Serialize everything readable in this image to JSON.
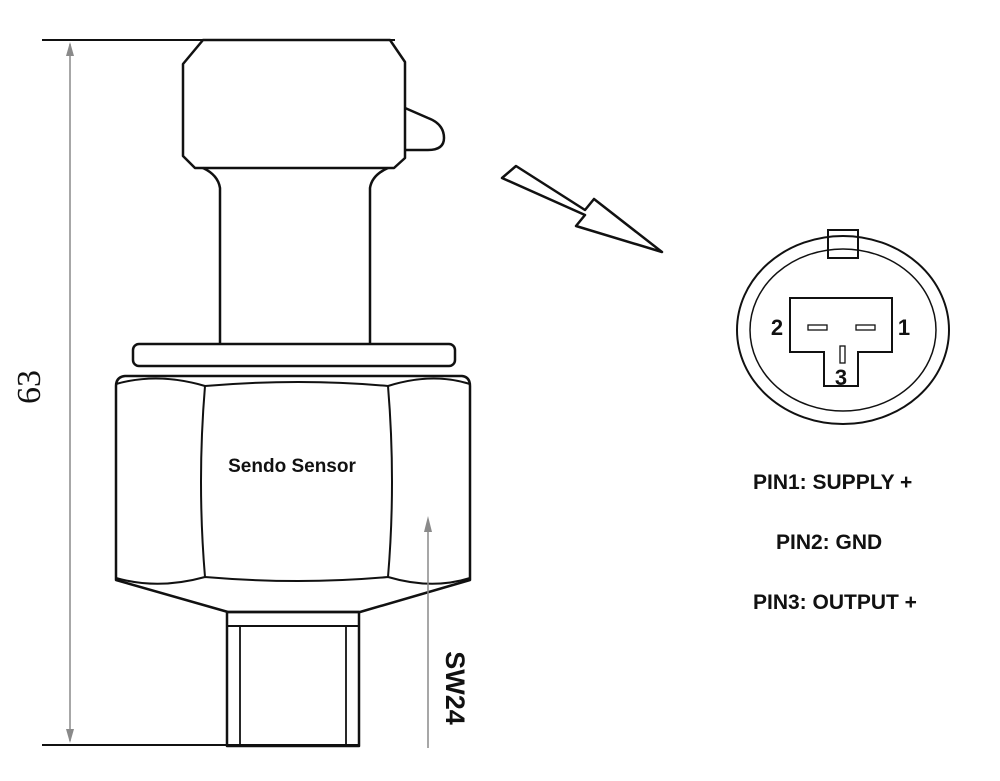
{
  "dimension": {
    "height_label": "63"
  },
  "sensor": {
    "brand_label": "Sendo Sensor",
    "wrench_size_label": "SW24"
  },
  "connector": {
    "pin_numbers": [
      "1",
      "2",
      "3"
    ]
  },
  "pinout": {
    "pin1": "PIN1: SUPPLY +",
    "pin2": "PIN2: GND",
    "pin3": "PIN3: OUTPUT +"
  }
}
